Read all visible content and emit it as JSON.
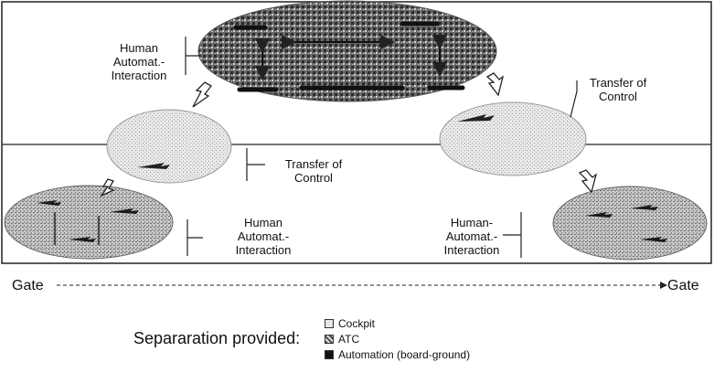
{
  "diagram": {
    "labels": {
      "top_left_hai": "Human\nAutomat.-\nInteraction",
      "top_right_toc": "Transfer of\nControl",
      "mid_left_toc": "Transfer of\nControl",
      "bottom_left_hai": "Human\nAutomat.-\nInteraction",
      "bottom_right_hai": "Human-\nAutomat.-\nInteraction"
    },
    "gate_start": "Gate",
    "gate_end": "Gate"
  },
  "legend": {
    "title": "Separaration provided:",
    "items": [
      {
        "label": "Cockpit",
        "icon": "cockpit-swatch-icon"
      },
      {
        "label": "ATC",
        "icon": "atc-swatch-icon"
      },
      {
        "label": "Automation (board-ground)",
        "icon": "automation-swatch-icon"
      }
    ]
  }
}
